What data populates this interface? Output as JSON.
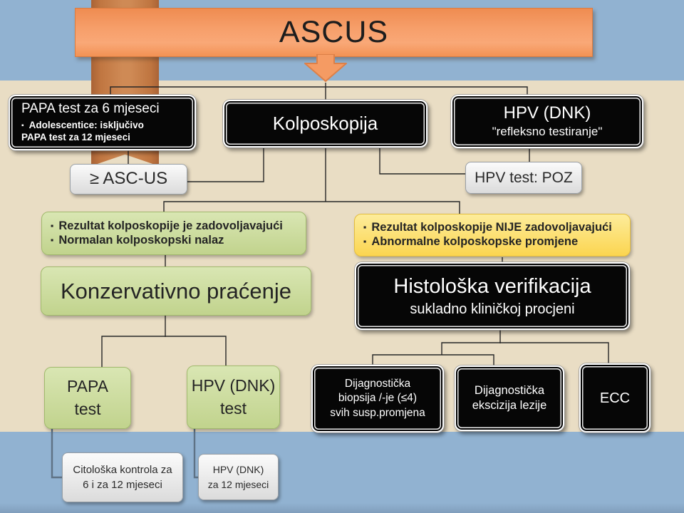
{
  "slide": {
    "title": "ASCUS"
  },
  "colors": {
    "background_blue": "#91b2d1",
    "band_tan": "#e9ddc4",
    "banner_orange": "#f59b63",
    "ribbon_brown": "#c07641",
    "node_green": "#c8d897",
    "node_yellow": "#fbd95e",
    "node_black": "#060606",
    "node_gray": "#e8e8e8"
  },
  "nodes": {
    "papa6": {
      "title": "PAPA test za 6 mjeseci",
      "bullet": "Adolescentice: isključivo PAPA test za 12 mjeseci"
    },
    "kolposkopija": {
      "label": "Kolposkopija"
    },
    "hpv_refleksno": {
      "title": "HPV (DNK)",
      "subtitle": "\"refleksno testiranje\""
    },
    "asc_us": {
      "label": "≥ ASC-US"
    },
    "hpv_poz": {
      "label": "HPV test: POZ"
    },
    "kolpo_zadovoljava": {
      "bullets": [
        "Rezultat kolposkopije je zadovoljavajući",
        "Normalan kolposkopski nalaz"
      ]
    },
    "kolpo_nije": {
      "bullets": [
        "Rezultat kolposkopije NIJE zadovoljavajući",
        "Abnormalne kolposkopske promjene"
      ]
    },
    "konzervativno": {
      "label": "Konzervativno praćenje"
    },
    "histoloska": {
      "title": "Histološka verifikacija",
      "subtitle": "sukladno kliničkoj procjeni"
    },
    "papa_test": {
      "line1": "PAPA",
      "line2": "test"
    },
    "hpv_test": {
      "line1": "HPV (DNK)",
      "line2": "test"
    },
    "biopsija": {
      "line1": "Dijagnostička",
      "line2": "biopsija /-je (≤4)",
      "line3": "svih susp.promjena"
    },
    "ekscizija": {
      "line1": "Dijagnostička",
      "line2": "ekscizija lezije"
    },
    "ecc": {
      "label": "ECC"
    },
    "citoloska": {
      "line1": "Citološka kontrola za",
      "line2": "6 i za 12 mjeseci"
    },
    "hpv_12mj": {
      "line1": "HPV (DNK)",
      "line2": "za 12 mjeseci"
    }
  }
}
